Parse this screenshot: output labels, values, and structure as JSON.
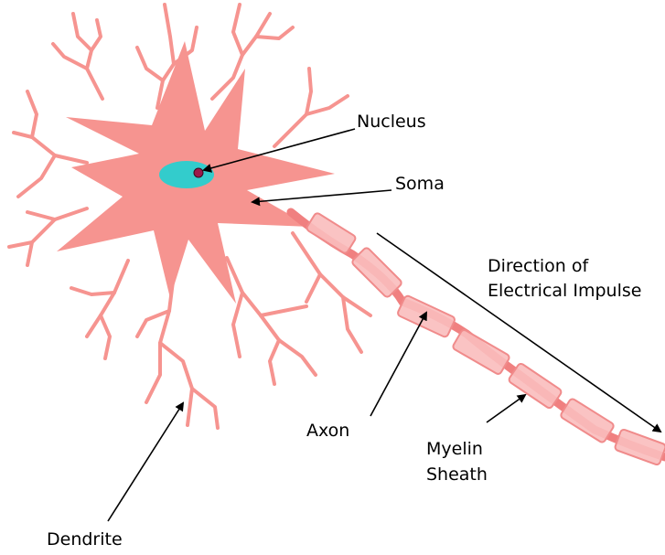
{
  "colors": {
    "soma": "#f69490",
    "dendrite": "#f69490",
    "nucleus": "#33cccc",
    "nucleolus": "#9b1a4b",
    "myelin_fill": "#f9bcbc",
    "myelin_stroke": "#f08b8b",
    "axon_core": "#f08080",
    "arrow": "#000000"
  },
  "labels": {
    "nucleus": "Nucleus",
    "soma": "Soma",
    "direction_line1": "Direction of",
    "direction_line2": "Electrical Impulse",
    "axon": "Axon",
    "myelin_line1": "Myelin",
    "myelin_line2": "Sheath",
    "dendrite": "Dendrite"
  }
}
